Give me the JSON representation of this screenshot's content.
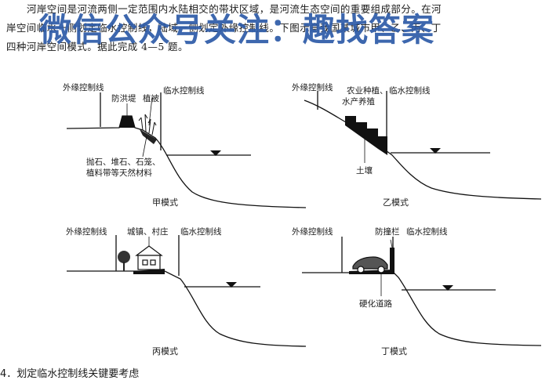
{
  "intro": {
    "line1": "河岸空间是河流两侧一定范围内水陆相交的带状区域，是河流生态空间的重要组成部分。在河",
    "line2": "岸空间临水一侧划定临水控制线，陆域一侧划定外缘控制线。下图示意我国某城市甲、乙、丙、丁",
    "line3": "四种河岸空间模式。据此完成 4—5 题。"
  },
  "watermark": "微信公众号关注：趣找答案",
  "panels": {
    "jia": {
      "outer_line": "外缘控制线",
      "levee": "防洪堤",
      "vegetation": "植被",
      "water_line": "临水控制线",
      "materials_1": "抛石、堆石、石笼、",
      "materials_2": "植料带等天然材料",
      "caption": "甲模式"
    },
    "yi": {
      "outer_line": "外缘控制线",
      "farming_1": "农业种植、",
      "farming_2": "水产养殖",
      "water_line": "临水控制线",
      "soil": "土壤",
      "caption": "乙模式"
    },
    "bing": {
      "outer_line": "外缘控制线",
      "towns": "城镇、村庄",
      "water_line": "临水控制线",
      "caption": "丙模式"
    },
    "ding": {
      "outer_line": "外缘控制线",
      "barrier": "防撞栏",
      "water_line": "临水控制线",
      "road": "硬化道路",
      "caption": "丁模式"
    }
  },
  "question": "4．划定临水控制线关键要考虑"
}
